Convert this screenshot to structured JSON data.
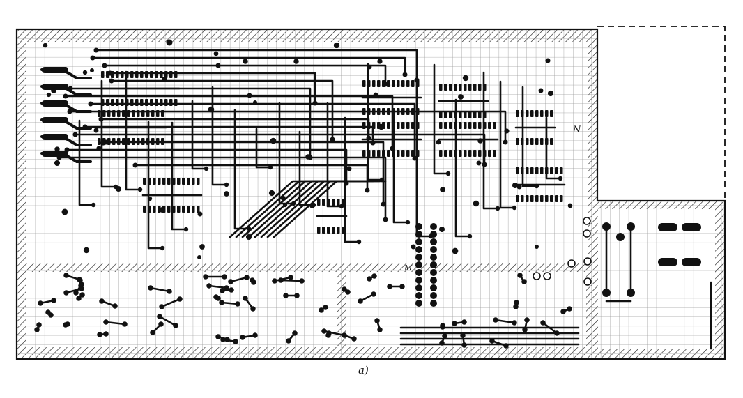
{
  "figure": {
    "caption": "a)",
    "marker_n": "N",
    "marker_m": "M",
    "colors": {
      "ink": "#111111",
      "paper": "#ffffff",
      "grid": "#9a9a9a"
    }
  }
}
